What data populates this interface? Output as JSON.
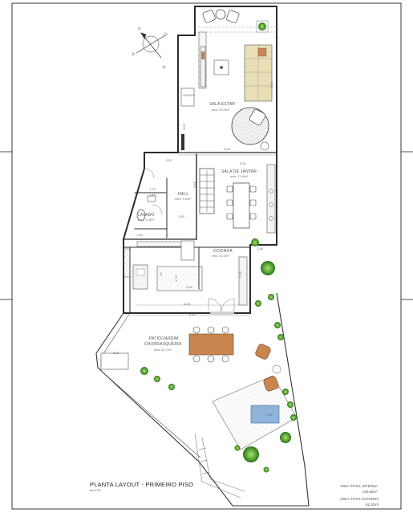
{
  "sheet": {
    "title": "PLANTA LAYOUT - PRIMEIRO PISO",
    "scale": "esc 1/75",
    "area_interna_label": "AREA TOTAL INTERNA",
    "area_interna_value": "100,60m²",
    "area_externa_label": "AREA TOTAL EXTERNA",
    "area_externa_value": "81,20m²"
  },
  "compass": {
    "n": "N",
    "s": "S",
    "e": "E",
    "o": "O"
  },
  "rooms": {
    "sala_estar": {
      "name": "SALA ESTAR",
      "area": "área: 35,26m²"
    },
    "lareira": {
      "name": "LAREIRA"
    },
    "sala_jantar": {
      "name": "SALA DE JANTAR",
      "area": "área: 13,10m²"
    },
    "hall": {
      "name": "HALL",
      "area": "área: 9,40m²"
    },
    "lavabo": {
      "name": "LAVABO",
      "area": "área: 3,16m²"
    },
    "cozinha": {
      "name": "COZINHA",
      "area": "área: 20,10m²"
    },
    "patio": {
      "name": "PATIO/JARDIM",
      "name2": "CHURRASQUEIRA",
      "area": "área: 63,71m²"
    }
  },
  "dims": {
    "d_493": "4,93",
    "d_287": "2,87",
    "d_510": "5,10",
    "d_174": "1,74",
    "d_143": "1,43",
    "d_140": "1,40",
    "d_120": "1,20",
    "d_328": "3,28",
    "d_603": "6,03",
    "d_689": "6,89",
    "d_081": "0,81",
    "d_254": "2,54",
    "d_150": "1,50",
    "d_341": "3,41",
    "d_325": "3,25",
    "d_600": "6,00",
    "d_216": "2,16",
    "d_052": ",52",
    "d_170": "1,70",
    "d_041": "0,41"
  },
  "colors": {
    "wall": "#2b2b2b",
    "wood": "#c9864f",
    "sofa": "#e9dfb6",
    "plant": "#5cae3e",
    "pool": "#8fb3d9"
  }
}
